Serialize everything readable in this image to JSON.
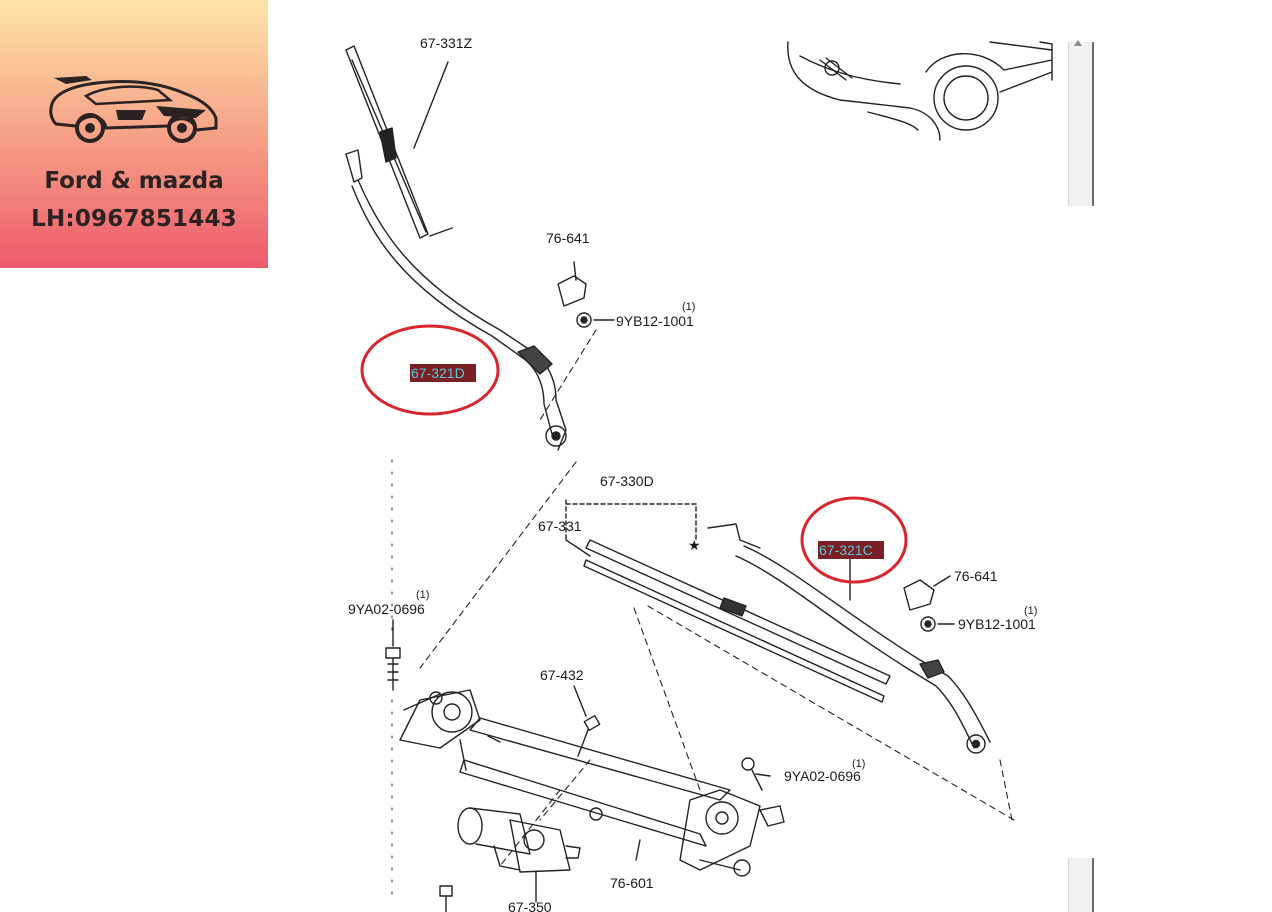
{
  "logo": {
    "brand": "Ford & mazda",
    "phone": "LH:0967851443"
  },
  "parts": {
    "top_blade": "67-331Z",
    "front_cap": "76-641",
    "front_nut": "9YB12-1001",
    "front_nut_qty": "(1)",
    "arm_driver": "67-321D",
    "blade_set": "67-330D",
    "blade_rubber": "67-331",
    "arm_passenger": "67-321C",
    "cap_passenger": "76-641",
    "nut_passenger": "9YB12-1001",
    "nut_passenger_qty": "(1)",
    "bolt_left": "9YA02-0696",
    "bolt_left_qty": "(1)",
    "bolt_center": "67-432",
    "bolt_right": "9YA02-0696",
    "bolt_right_qty": "(1)",
    "linkage": "76-601",
    "motor": "67-350",
    "marker": "★"
  },
  "colors": {
    "highlight_bg": "#7a1f24",
    "highlight_text": "#57c9de",
    "circle": "#d9262c",
    "line": "#222222"
  }
}
